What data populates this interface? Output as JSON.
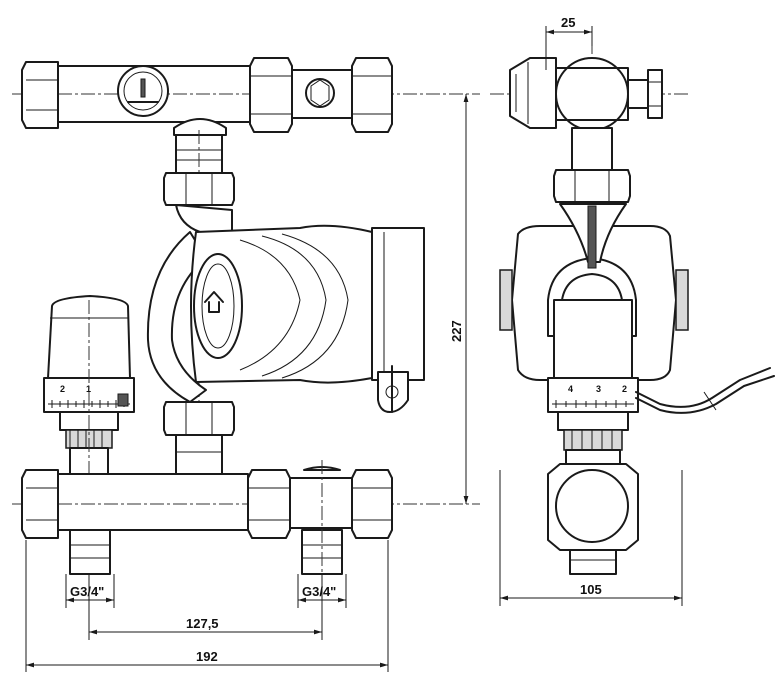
{
  "drawing": {
    "dimensions": {
      "width_overall": "192",
      "pipe_center_distance": "127,5",
      "height_overall": "227",
      "side_depth": "105",
      "valve_offset": "25"
    },
    "thread_left": "G3/4\"",
    "thread_right": "G3/4\"",
    "valve_scale_front": [
      "2",
      "1"
    ],
    "valve_scale_side": [
      "4",
      "3",
      "2"
    ]
  }
}
